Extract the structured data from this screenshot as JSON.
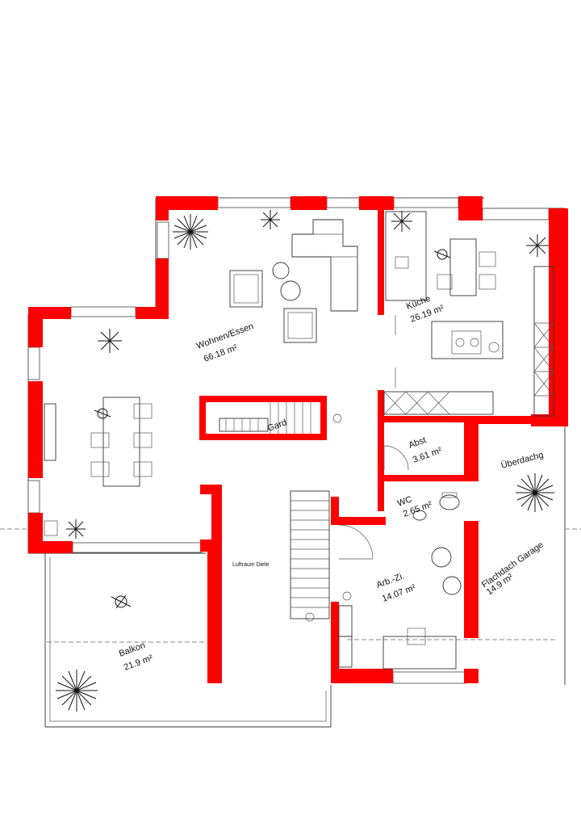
{
  "rooms": {
    "wohnen": {
      "name": "Wohnen/Essen",
      "area": "66.18 m²"
    },
    "kueche": {
      "name": "Küche",
      "area": "26.19 m²"
    },
    "gard": {
      "name": "Gard"
    },
    "abst": {
      "name": "Abst",
      "area": "3.61 m²"
    },
    "wc": {
      "name": "WC",
      "area": "2.65 m²"
    },
    "ueberdach": {
      "name": "Überdachg"
    },
    "garage": {
      "name": "Flachdach Garage",
      "area": "14.9 m²"
    },
    "arbzi": {
      "name": "Arb.-Zi.",
      "area": "14.07 m²"
    },
    "luftraum": {
      "name": "Luftraum Diele"
    },
    "balkon": {
      "name": "Balkon",
      "area": "21.9 m²"
    }
  },
  "colors": {
    "wall": "#ff0000",
    "line": "#333333",
    "background": "#ffffff"
  }
}
